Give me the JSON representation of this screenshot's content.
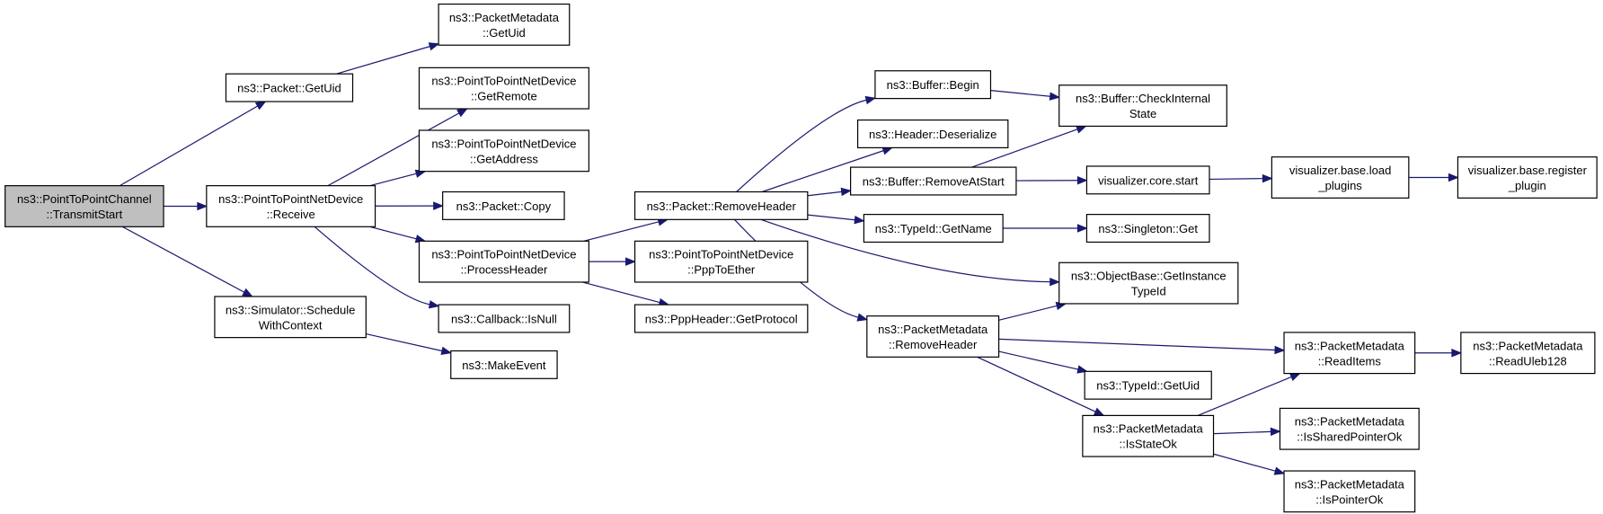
{
  "nodes": [
    {
      "id": "root",
      "lines": [
        "ns3::PointToPointChannel",
        "::TransmitStart"
      ],
      "highlight": true
    },
    {
      "id": "getuid_pkt",
      "lines": [
        "ns3::Packet::GetUid"
      ]
    },
    {
      "id": "ptp_receive",
      "lines": [
        "ns3::PointToPointNetDevice",
        "::Receive"
      ]
    },
    {
      "id": "sim_schedule",
      "lines": [
        "ns3::Simulator::Schedule",
        "WithContext"
      ]
    },
    {
      "id": "pm_getuid",
      "lines": [
        "ns3::PacketMetadata",
        "::GetUid"
      ]
    },
    {
      "id": "ptp_getremote",
      "lines": [
        "ns3::PointToPointNetDevice",
        "::GetRemote"
      ]
    },
    {
      "id": "ptp_getaddress",
      "lines": [
        "ns3::PointToPointNetDevice",
        "::GetAddress"
      ]
    },
    {
      "id": "pkt_copy",
      "lines": [
        "ns3::Packet::Copy"
      ]
    },
    {
      "id": "ptp_processheader",
      "lines": [
        "ns3::PointToPointNetDevice",
        "::ProcessHeader"
      ]
    },
    {
      "id": "cb_isnull",
      "lines": [
        "ns3::Callback::IsNull"
      ]
    },
    {
      "id": "makeevent",
      "lines": [
        "ns3::MakeEvent"
      ]
    },
    {
      "id": "pkt_removeheader",
      "lines": [
        "ns3::Packet::RemoveHeader"
      ]
    },
    {
      "id": "ptp_ppptoether",
      "lines": [
        "ns3::PointToPointNetDevice",
        "::PppToEther"
      ]
    },
    {
      "id": "ppp_getprotocol",
      "lines": [
        "ns3::PppHeader::GetProtocol"
      ]
    },
    {
      "id": "buf_begin",
      "lines": [
        "ns3::Buffer::Begin"
      ]
    },
    {
      "id": "hdr_deserialize",
      "lines": [
        "ns3::Header::Deserialize"
      ]
    },
    {
      "id": "buf_removeatstart",
      "lines": [
        "ns3::Buffer::RemoveAtStart"
      ]
    },
    {
      "id": "typeid_getname",
      "lines": [
        "ns3::TypeId::GetName"
      ]
    },
    {
      "id": "pm_removeheader",
      "lines": [
        "ns3::PacketMetadata",
        "::RemoveHeader"
      ]
    },
    {
      "id": "buf_checkinternal",
      "lines": [
        "ns3::Buffer::CheckInternal",
        "State"
      ]
    },
    {
      "id": "vis_core_start",
      "lines": [
        "visualizer.core.start"
      ]
    },
    {
      "id": "singleton_get",
      "lines": [
        "ns3::Singleton::Get"
      ]
    },
    {
      "id": "ob_getinstancetypeid",
      "lines": [
        "ns3::ObjectBase::GetInstance",
        "TypeId"
      ]
    },
    {
      "id": "typeid_getuid",
      "lines": [
        "ns3::TypeId::GetUid"
      ]
    },
    {
      "id": "pm_isstateok",
      "lines": [
        "ns3::PacketMetadata",
        "::IsStateOk"
      ]
    },
    {
      "id": "vis_load_plugins",
      "lines": [
        "visualizer.base.load",
        "_plugins"
      ]
    },
    {
      "id": "vis_register_plugin",
      "lines": [
        "visualizer.base.register",
        "_plugin"
      ]
    },
    {
      "id": "pm_readitems",
      "lines": [
        "ns3::PacketMetadata",
        "::ReadItems"
      ]
    },
    {
      "id": "pm_issharedpointerok",
      "lines": [
        "ns3::PacketMetadata",
        "::IsSharedPointerOk"
      ]
    },
    {
      "id": "pm_ispointerok",
      "lines": [
        "ns3::PacketMetadata",
        "::IsPointerOk"
      ]
    },
    {
      "id": "pm_readuleb128",
      "lines": [
        "ns3::PacketMetadata",
        "::ReadUleb128"
      ]
    }
  ],
  "edges": [
    [
      "root",
      "getuid_pkt"
    ],
    [
      "root",
      "ptp_receive"
    ],
    [
      "root",
      "sim_schedule"
    ],
    [
      "getuid_pkt",
      "pm_getuid"
    ],
    [
      "ptp_receive",
      "ptp_getremote"
    ],
    [
      "ptp_receive",
      "ptp_getaddress"
    ],
    [
      "ptp_receive",
      "pkt_copy"
    ],
    [
      "ptp_receive",
      "ptp_processheader"
    ],
    [
      "ptp_receive",
      "cb_isnull"
    ],
    [
      "sim_schedule",
      "makeevent"
    ],
    [
      "ptp_processheader",
      "pkt_removeheader"
    ],
    [
      "ptp_processheader",
      "ptp_ppptoether"
    ],
    [
      "ptp_processheader",
      "ppp_getprotocol"
    ],
    [
      "pkt_removeheader",
      "buf_begin"
    ],
    [
      "pkt_removeheader",
      "hdr_deserialize"
    ],
    [
      "pkt_removeheader",
      "buf_removeatstart"
    ],
    [
      "pkt_removeheader",
      "typeid_getname"
    ],
    [
      "pkt_removeheader",
      "ob_getinstancetypeid"
    ],
    [
      "pkt_removeheader",
      "pm_removeheader"
    ],
    [
      "buf_begin",
      "buf_checkinternal"
    ],
    [
      "buf_removeatstart",
      "buf_checkinternal"
    ],
    [
      "buf_removeatstart",
      "vis_core_start"
    ],
    [
      "vis_core_start",
      "vis_load_plugins"
    ],
    [
      "vis_load_plugins",
      "vis_register_plugin"
    ],
    [
      "typeid_getname",
      "singleton_get"
    ],
    [
      "pm_removeheader",
      "ob_getinstancetypeid"
    ],
    [
      "pm_removeheader",
      "pm_readitems"
    ],
    [
      "pm_removeheader",
      "typeid_getuid"
    ],
    [
      "pm_removeheader",
      "pm_isstateok"
    ],
    [
      "pm_isstateok",
      "pm_readitems"
    ],
    [
      "pm_isstateok",
      "pm_issharedpointerok"
    ],
    [
      "pm_isstateok",
      "pm_ispointerok"
    ],
    [
      "pm_readitems",
      "pm_readuleb128"
    ]
  ]
}
